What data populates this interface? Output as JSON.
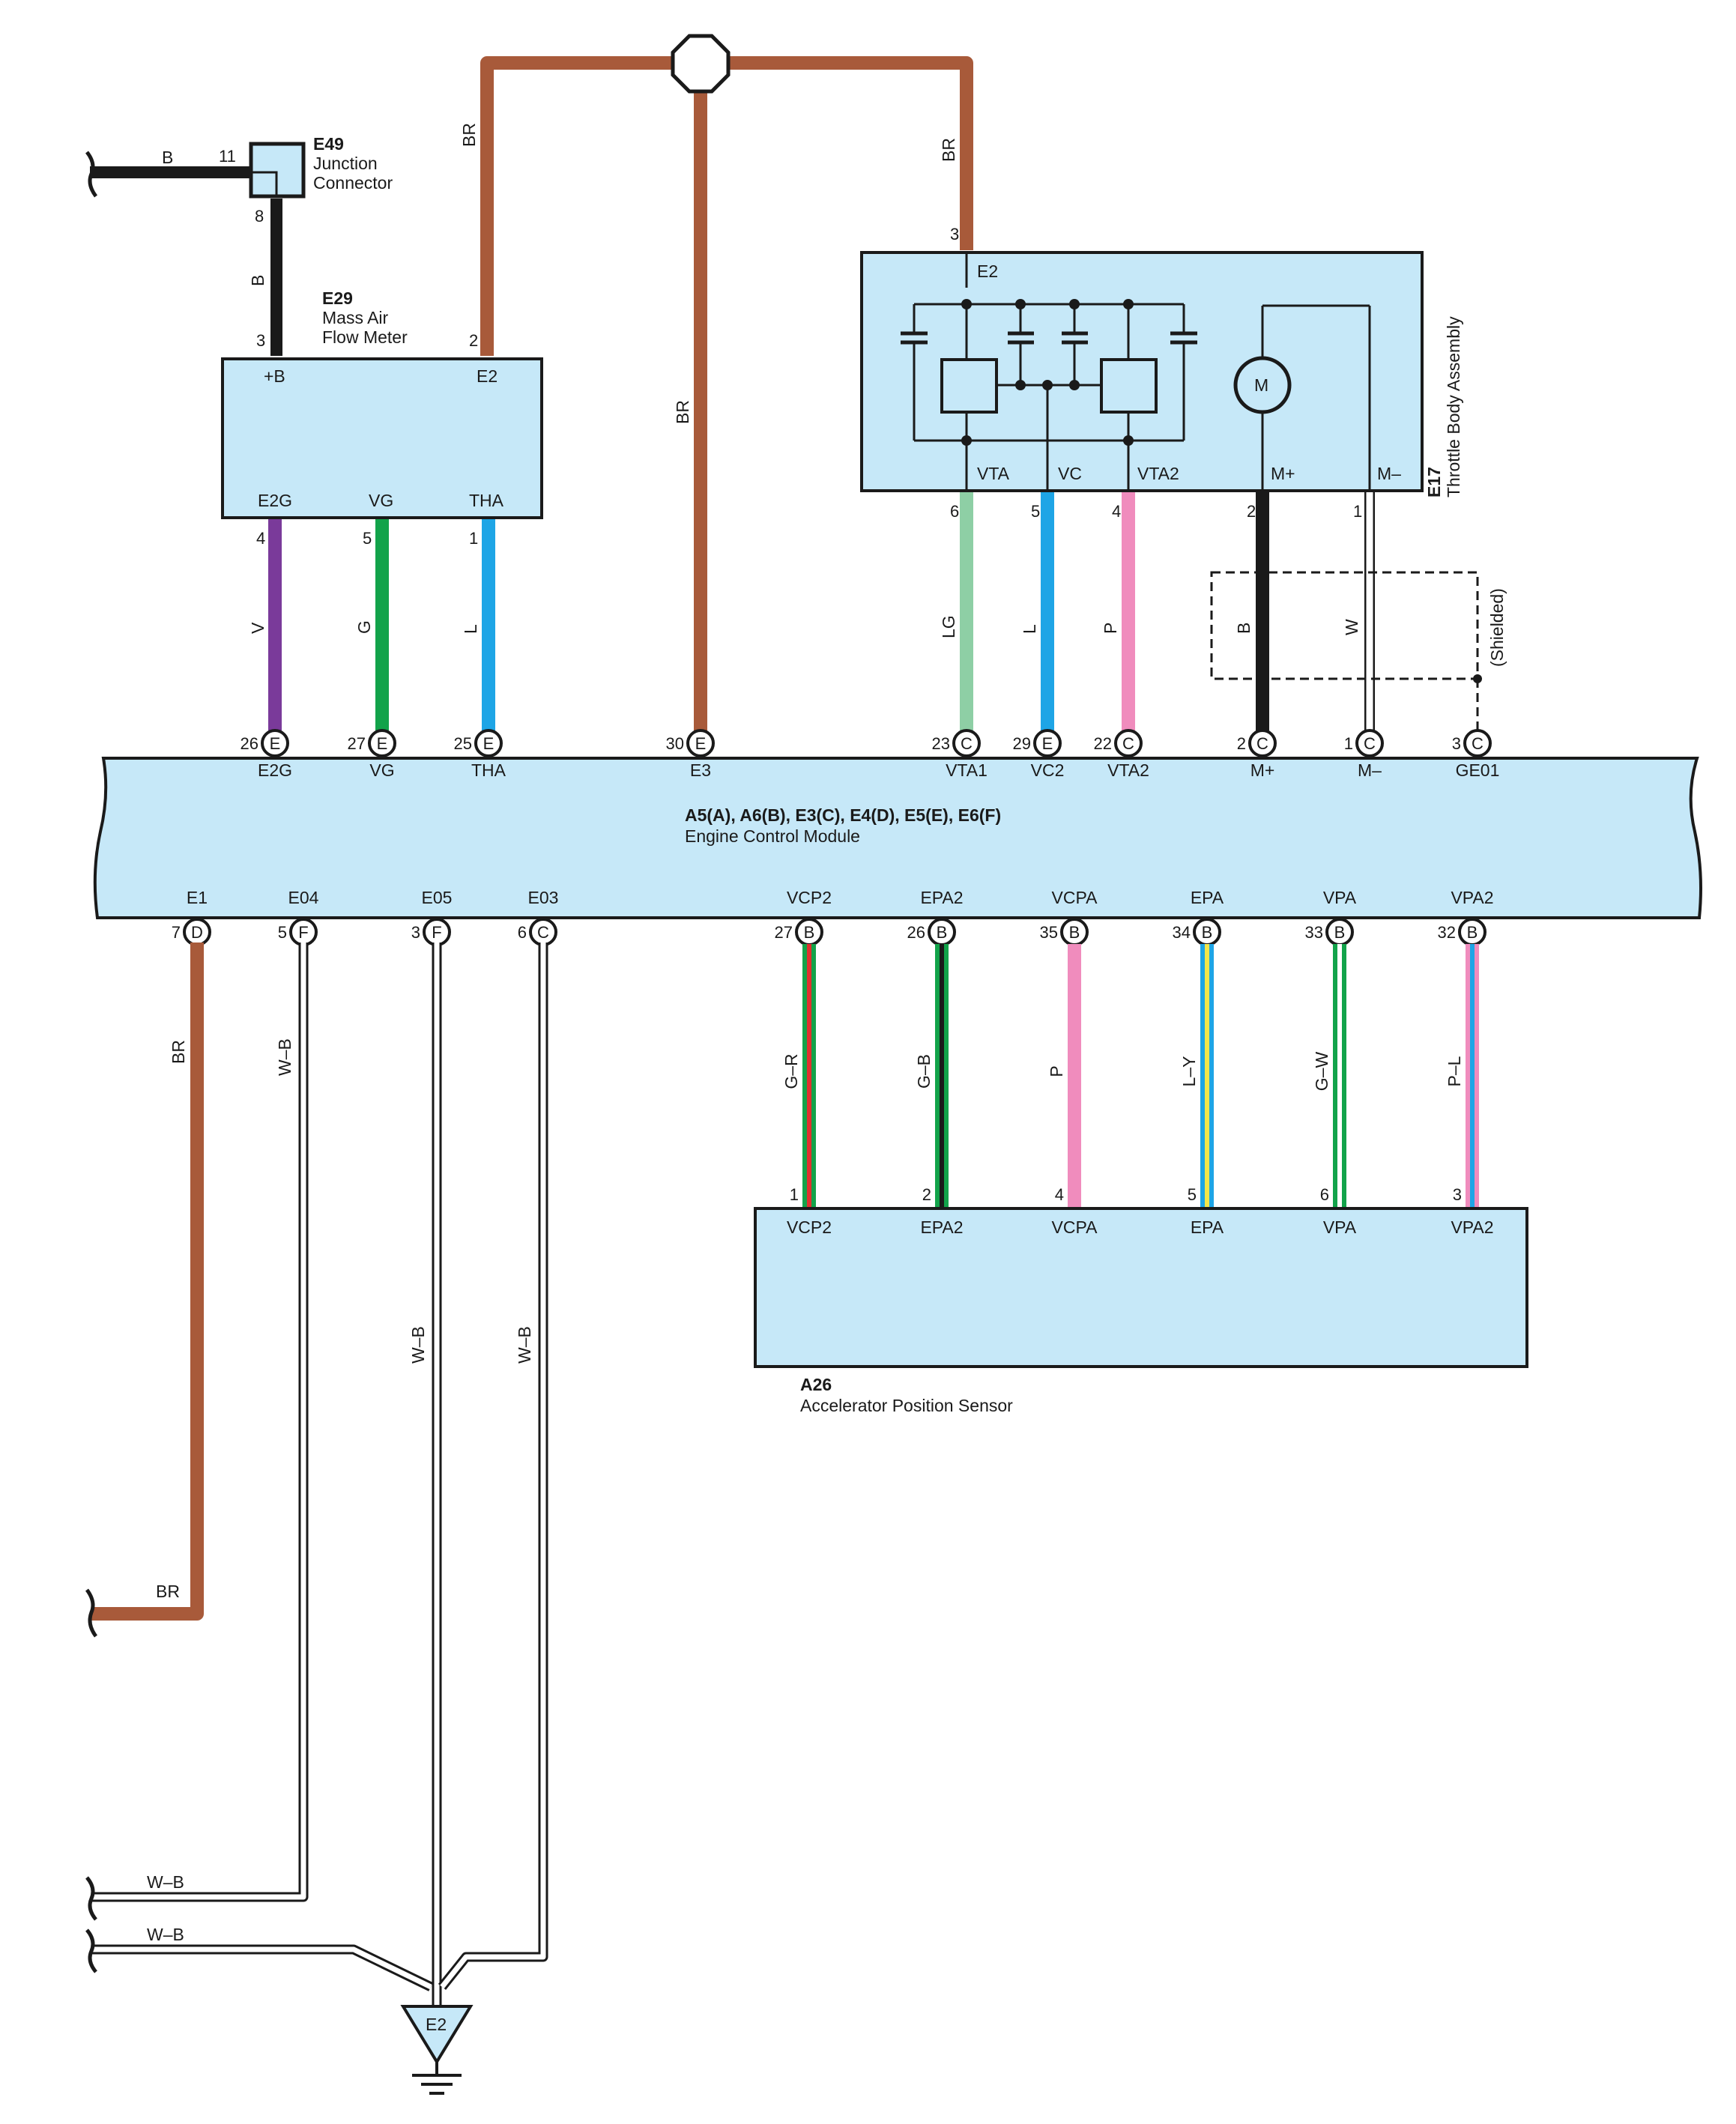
{
  "colors": {
    "module_fill": "#c6e8f8",
    "wire_BR": "#a85a3a",
    "wire_B": "#1a1a1a",
    "wire_V": "#7a3a9a",
    "wire_G": "#12a34a",
    "wire_L": "#1ea5e6",
    "wire_LG": "#8ecfa5",
    "wire_P": "#f08cbd",
    "wire_W": "#ffffff",
    "stripe_R": "#e0312f",
    "stripe_Y": "#f3e64a",
    "stripe_B": "#1a1a1a",
    "stripe_W": "#ffffff",
    "stripe_L": "#1ea5e6"
  },
  "e49": {
    "id": "E49",
    "name1": "Junction",
    "name2": "Connector",
    "pin_in": "11",
    "pin_out": "8",
    "wire_in": "B",
    "wire_out": "B"
  },
  "e29": {
    "id": "E29",
    "name1": "Mass Air",
    "name2": "Flow Meter",
    "pin_plusb": "3",
    "pin_e2": "2",
    "t_plusb": "+B",
    "t_e2": "E2",
    "t_e2g": "E2G",
    "t_vg": "VG",
    "t_tha": "THA",
    "pin_e2g": "4",
    "pin_vg": "5",
    "pin_tha": "1",
    "wire_e2g": "V",
    "wire_vg": "G",
    "wire_tha": "L"
  },
  "e17": {
    "id": "E17",
    "name": "Throttle Body Assembly",
    "pin_e2": "3",
    "t_e2": "E2",
    "t_vta": "VTA",
    "t_vc": "VC",
    "t_vta2": "VTA2",
    "t_mplus": "M+",
    "t_mminus": "M–",
    "motor": "M",
    "pin_vta": "6",
    "pin_vc": "5",
    "pin_vta2": "4",
    "pin_mplus": "2",
    "pin_mminus": "1",
    "wire_vta": "LG",
    "wire_vc": "L",
    "wire_vta2": "P",
    "wire_mplus": "B",
    "wire_mminus": "W",
    "shielded": "(Shielded)"
  },
  "wires_top": {
    "br1": "BR",
    "br2": "BR",
    "br3": "BR"
  },
  "ecm": {
    "title": "A5(A), A6(B), E3(C), E4(D), E5(E), E6(F)",
    "name": "Engine Control Module",
    "top_pins": [
      {
        "num": "26",
        "conn": "E",
        "term": "E2G"
      },
      {
        "num": "27",
        "conn": "E",
        "term": "VG"
      },
      {
        "num": "25",
        "conn": "E",
        "term": "THA"
      },
      {
        "num": "30",
        "conn": "E",
        "term": "E3"
      },
      {
        "num": "23",
        "conn": "C",
        "term": "VTA1"
      },
      {
        "num": "29",
        "conn": "E",
        "term": "VC2"
      },
      {
        "num": "22",
        "conn": "C",
        "term": "VTA2"
      },
      {
        "num": "2",
        "conn": "C",
        "term": "M+"
      },
      {
        "num": "1",
        "conn": "C",
        "term": "M–"
      },
      {
        "num": "3",
        "conn": "C",
        "term": "GE01"
      }
    ],
    "bottom_pins": [
      {
        "num": "7",
        "conn": "D",
        "term": "E1"
      },
      {
        "num": "5",
        "conn": "F",
        "term": "E04"
      },
      {
        "num": "3",
        "conn": "F",
        "term": "E05"
      },
      {
        "num": "6",
        "conn": "C",
        "term": "E03"
      },
      {
        "num": "27",
        "conn": "B",
        "term": "VCP2"
      },
      {
        "num": "26",
        "conn": "B",
        "term": "EPA2"
      },
      {
        "num": "35",
        "conn": "B",
        "term": "VCPA"
      },
      {
        "num": "34",
        "conn": "B",
        "term": "EPA"
      },
      {
        "num": "33",
        "conn": "B",
        "term": "VPA"
      },
      {
        "num": "32",
        "conn": "B",
        "term": "VPA2"
      }
    ]
  },
  "ground_wires": {
    "e1": "BR",
    "e04": "W–B",
    "e05": "W–B",
    "e03": "W–B",
    "br_end": "BR",
    "wb_end1": "W–B",
    "wb_end2": "W–B",
    "ground": "E2"
  },
  "a26": {
    "id": "A26",
    "name": "Accelerator Position Sensor",
    "wires": [
      {
        "color": "G–R",
        "pin": "1",
        "term": "VCP2"
      },
      {
        "color": "G–B",
        "pin": "2",
        "term": "EPA2"
      },
      {
        "color": "P",
        "pin": "4",
        "term": "VCPA"
      },
      {
        "color": "L–Y",
        "pin": "5",
        "term": "EPA"
      },
      {
        "color": "G–W",
        "pin": "6",
        "term": "VPA"
      },
      {
        "color": "P–L",
        "pin": "3",
        "term": "VPA2"
      }
    ]
  }
}
